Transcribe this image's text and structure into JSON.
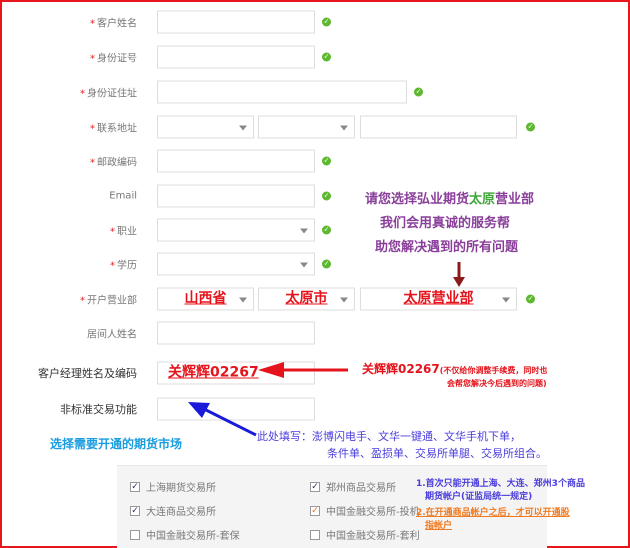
{
  "form": {
    "name_label": "客户姓名",
    "id_label": "身份证号",
    "id_addr_label": "身份证住址",
    "contact_label": "联系地址",
    "zip_label": "邮政编码",
    "email_label": "Email",
    "job_label": "职业",
    "edu_label": "学历",
    "branch_label": "开户营业部",
    "intro_label": "居间人姓名",
    "manager_label": "客户经理姓名及编码",
    "nonstd_label": "非标准交易功能",
    "branch_province": "山西省",
    "branch_city": "太原市",
    "branch_office": "太原营业部",
    "manager_value": "关辉辉02267"
  },
  "annotations": {
    "purple_line1_a": "请您选择弘业期货",
    "purple_line1_green": "太原",
    "purple_line1_b": "营业部",
    "purple_line2": "我们会用真诚的服务帮",
    "purple_line3": "助您解决遇到的所有问题",
    "manager_note_main": "关辉辉02267",
    "manager_note_small1": "(不仅给你调整手续费，同时也",
    "manager_note_small2": "会帮您解决今后遇到的问题)",
    "nonstd_note1": "此处填写：澎博闪电手、文华一键通、文华手机下单，",
    "nonstd_note2": "条件单、盈损单、交易所单腿、交易所组合。",
    "market_title": "选择需要开通的期货市场",
    "rule1a": "1.首次只能开通上海、大连、郑州3个商品",
    "rule1b": "期货帐户(证监局统一规定)",
    "rule2a": "2.在开通商品帐户之后，才可以开通股",
    "rule2b": "指帐户"
  },
  "exchanges": [
    {
      "label": "上海期货交易所",
      "checked": true
    },
    {
      "label": "郑州商品交易所",
      "checked": true
    },
    {
      "label": "大连商品交易所",
      "checked": true
    },
    {
      "label": "中国金融交易所-投机",
      "checked": true
    },
    {
      "label": "中国金融交易所-套保",
      "checked": false
    },
    {
      "label": "中国金融交易所-套利",
      "checked": false
    }
  ]
}
